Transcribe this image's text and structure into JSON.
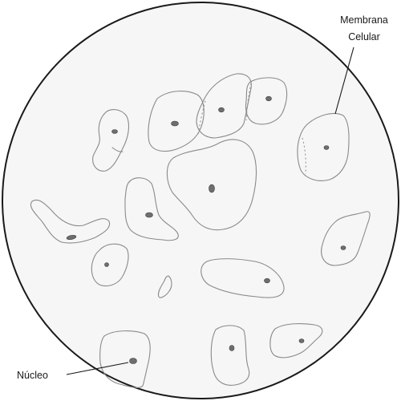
{
  "labels": {
    "membrane_line1": "Membrana",
    "membrane_line2": "Celular",
    "nucleus": "Núcleo"
  },
  "colors": {
    "field_border": "#1a1a1a",
    "field_fill": "#f6f6f6",
    "cell_outline": "#8a8a8a",
    "nucleus": "#6e6e6e"
  }
}
